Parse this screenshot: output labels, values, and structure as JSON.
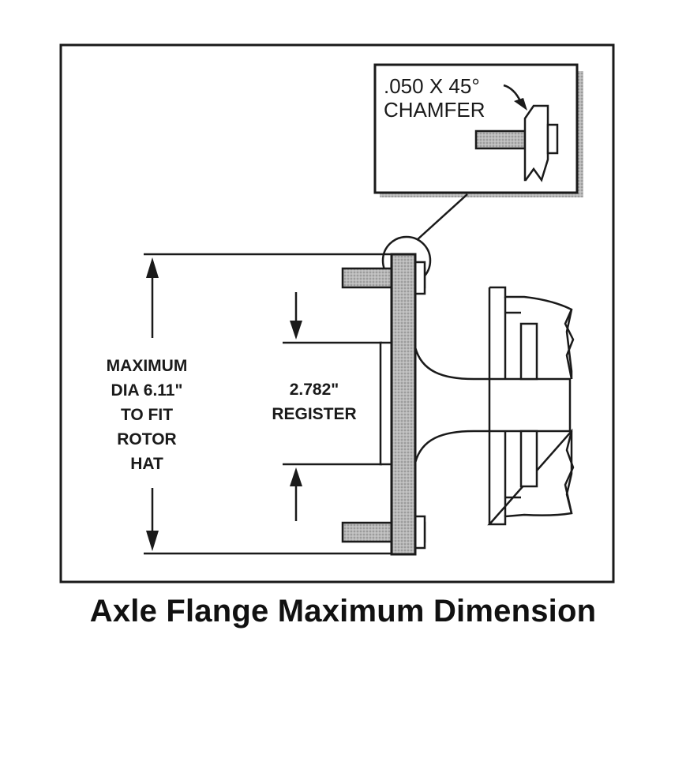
{
  "inset": {
    "chamfer_line1": ".050 X 45°",
    "chamfer_line2": "CHAMFER"
  },
  "labels": {
    "max_dia": [
      "MAXIMUM",
      "DIA 6.11\"",
      "TO FIT",
      "ROTOR",
      "HAT"
    ],
    "register": [
      "2.782\"",
      "REGISTER"
    ]
  },
  "caption": "Axle Flange Maximum Dimension"
}
